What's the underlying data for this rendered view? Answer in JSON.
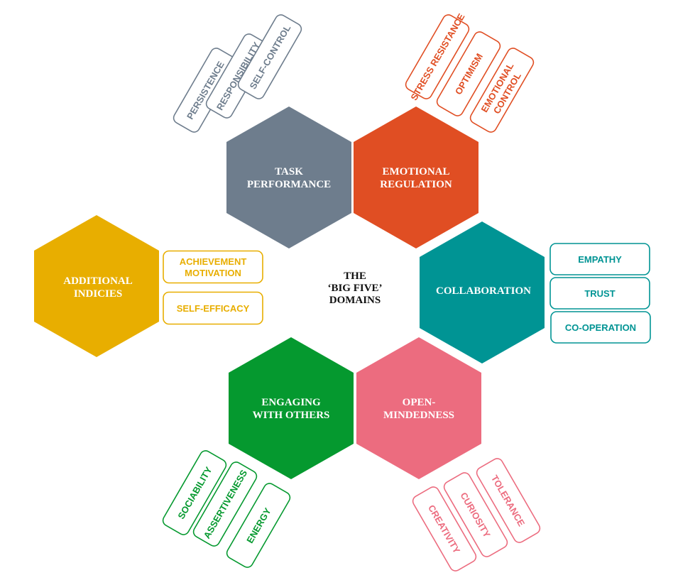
{
  "colors": {
    "task": "#6e7d8d",
    "emotional": "#e04e23",
    "collaboration": "#009494",
    "open": "#ec6c7f",
    "engaging": "#05992f",
    "additional": "#e8ae00"
  },
  "center": {
    "lines": [
      "THE",
      "‘BIG FIVE’",
      "DOMAINS"
    ]
  },
  "domains": {
    "task": {
      "lines": [
        "TASK",
        "PERFORMANCE"
      ],
      "facets": [
        "PERSISTENCE",
        "RESPONSIBILITY",
        "SELF-CONTROL"
      ]
    },
    "emotional": {
      "lines": [
        "EMOTIONAL",
        "REGULATION"
      ],
      "facets": [
        "STRESS RESISTANCE",
        "OPTIMISM",
        "EMOTIONAL|CONTROL"
      ]
    },
    "collaboration": {
      "lines": [
        "COLLABORATION"
      ],
      "facets": [
        "EMPATHY",
        "TRUST",
        "CO-OPERATION"
      ]
    },
    "open": {
      "lines": [
        "OPEN-",
        "MINDEDNESS"
      ],
      "facets": [
        "CREATIVITY",
        "CURIOSITY",
        "TOLERANCE"
      ]
    },
    "engaging": {
      "lines": [
        "ENGAGING",
        "WITH OTHERS"
      ],
      "facets": [
        "SOCIABILITY",
        "ASSERTIVENESS",
        "ENERGY"
      ]
    },
    "additional": {
      "lines": [
        "ADDITIONAL",
        "INDICIES"
      ],
      "facets": [
        "ACHIEVEMENT|MOTIVATION",
        "SELF-EFFICACY"
      ]
    }
  }
}
